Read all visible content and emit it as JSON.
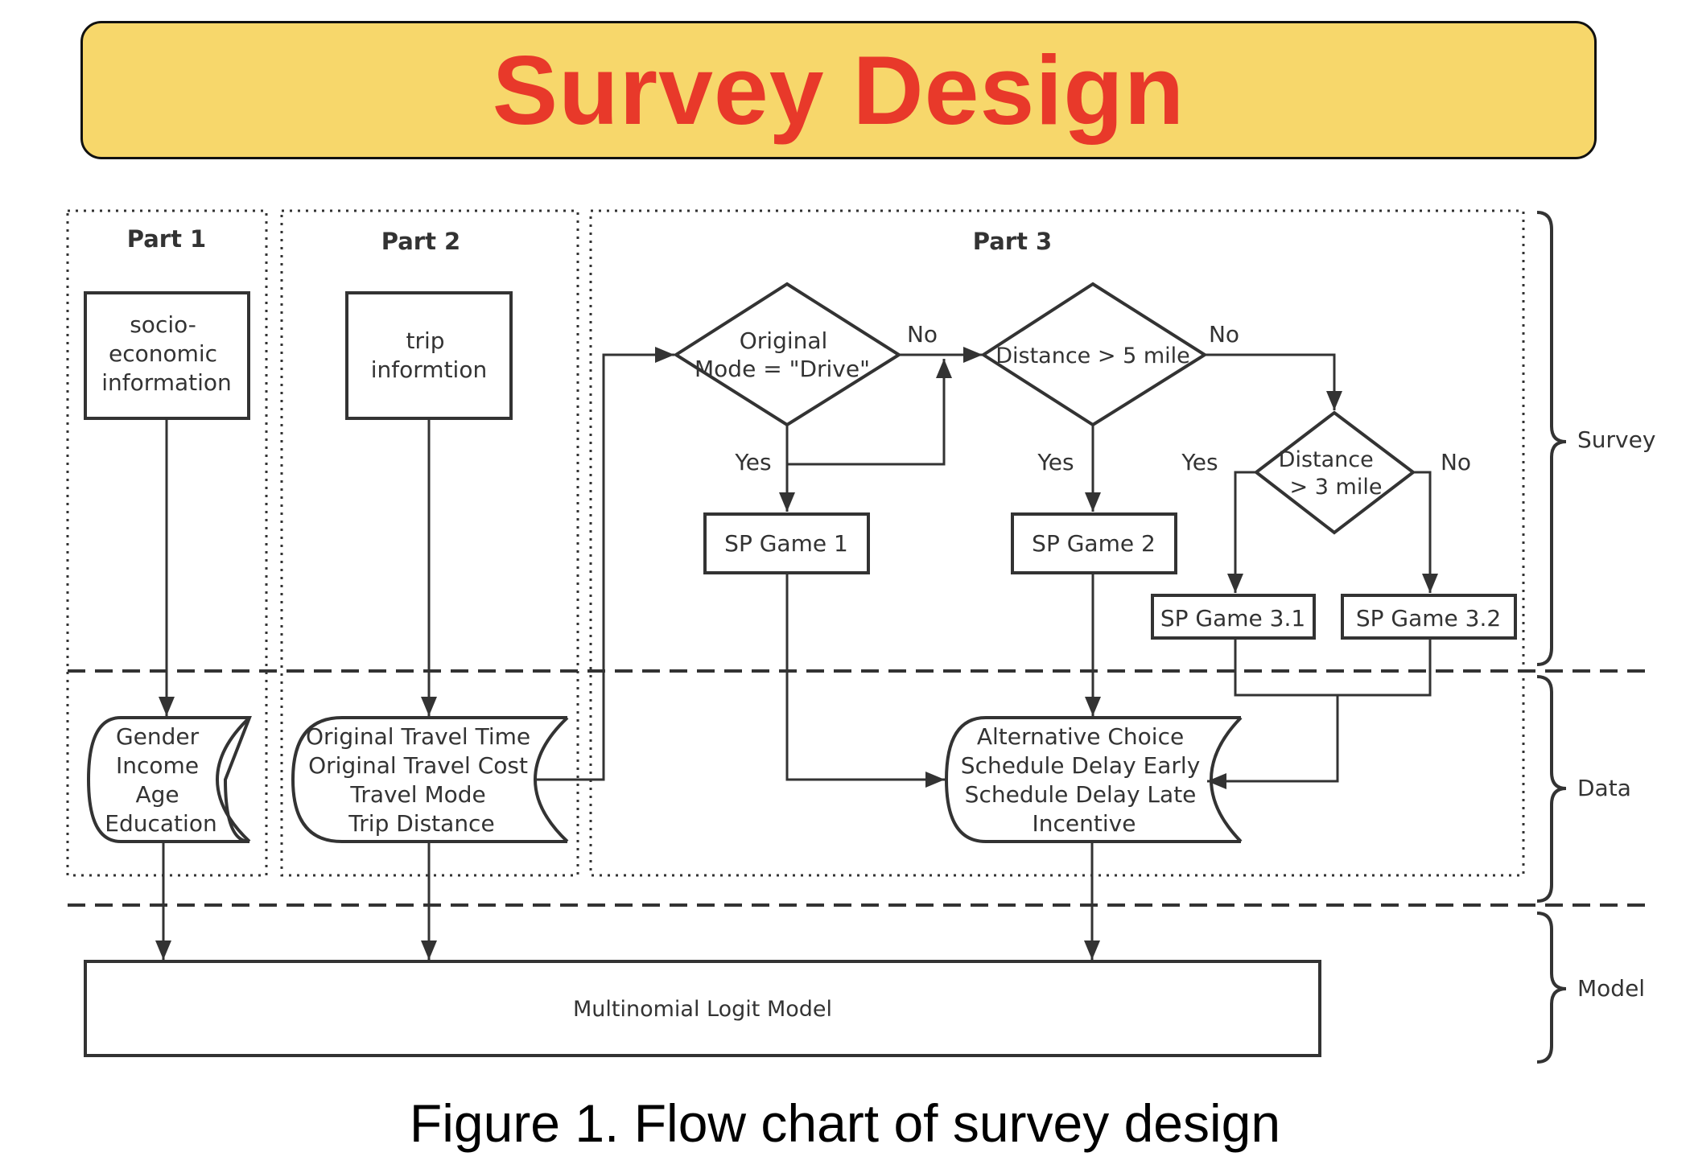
{
  "banner": {
    "title": "Survey Design"
  },
  "parts": [
    {
      "label": "Part 1"
    },
    {
      "label": "Part 2"
    },
    {
      "label": "Part 3"
    }
  ],
  "process_boxes": {
    "socio": [
      "socio-",
      "economic",
      "information"
    ],
    "trip": [
      "trip",
      "informtion"
    ],
    "sp_game_1": "SP Game 1",
    "sp_game_2": "SP Game 2",
    "sp_game_3_1": "SP Game 3.1",
    "sp_game_3_2": "SP Game 3.2",
    "model": "Multinomial Logit Model"
  },
  "decisions": {
    "original_mode": [
      "Original",
      "Mode = \"Drive\""
    ],
    "distance_5": "Distance > 5 mile",
    "distance_3": [
      "Distance",
      "> 3 mile"
    ]
  },
  "branch_labels": {
    "yes": "Yes",
    "no": "No"
  },
  "data_stores": {
    "socio_data": [
      "Gender",
      "Income",
      "Age",
      "Education"
    ],
    "trip_data": [
      "Original Travel Time",
      "Original Travel Cost",
      "Travel Mode",
      "Trip Distance"
    ],
    "choice_data": [
      "Alternative Choice",
      "Schedule Delay Early",
      "Schedule Delay Late",
      "Incentive"
    ]
  },
  "layers": {
    "survey": "Survey",
    "data": "Data",
    "model": "Model"
  },
  "caption": "Figure 1. Flow chart of survey design"
}
